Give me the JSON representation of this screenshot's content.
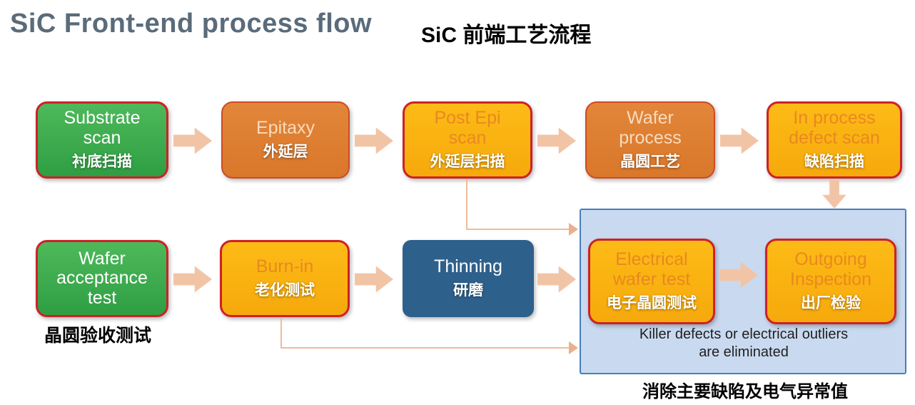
{
  "header": {
    "title_en": "SiC Front-end process flow",
    "title_zh": "SiC 前端工艺流程"
  },
  "nodes": [
    {
      "id": "substrate-scan",
      "en": "Substrate scan",
      "zh": "衬底扫描",
      "style": "green"
    },
    {
      "id": "epitaxy",
      "en": "Epitaxy",
      "zh": "外延层",
      "style": "orange"
    },
    {
      "id": "post-epi-scan",
      "en": "Post Epi scan",
      "zh": "外延层扫描",
      "style": "yellow"
    },
    {
      "id": "wafer-process",
      "en": "Wafer process",
      "zh": "晶圆工艺",
      "style": "orange"
    },
    {
      "id": "in-process-defect-scan",
      "en": "In process defect scan",
      "zh": "缺陷扫描",
      "style": "yellow"
    },
    {
      "id": "wafer-acceptance-test",
      "en": "Wafer acceptance test",
      "zh": "晶圆验收测试",
      "style": "green"
    },
    {
      "id": "burn-in",
      "en": "Burn-in",
      "zh": "老化测试",
      "style": "yellow"
    },
    {
      "id": "thinning",
      "en": "Thinning",
      "zh": "研磨",
      "style": "blue"
    },
    {
      "id": "electrical-wafer-test",
      "en": "Electrical wafer test",
      "zh": "电子晶圆测试",
      "style": "yellow"
    },
    {
      "id": "outgoing-inspection",
      "en": "Outgoing Inspection",
      "zh": "出厂检验",
      "style": "yellow"
    }
  ],
  "panel": {
    "note_en": "Killer defects or electrical outliers are eliminated",
    "note_zh": "消除主要缺陷及电气异常值"
  },
  "colors": {
    "green": "#3aa84c",
    "orange": "#dd7d2e",
    "yellow": "#fcb514",
    "dark_blue": "#2e608c",
    "red_border": "#cd2128",
    "block_arrow": "#f2c4a6",
    "panel_bg": "#c9daf0",
    "panel_border": "#4a7ebb",
    "title_color": "#5a6b7b"
  }
}
